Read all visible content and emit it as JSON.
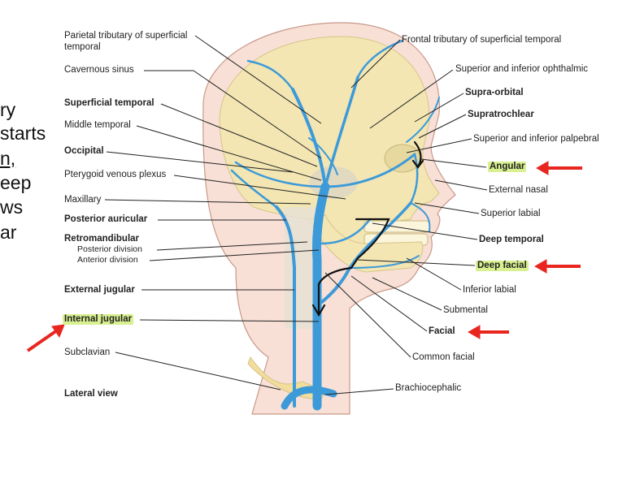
{
  "side_text": [
    "ry",
    "starts",
    "n,",
    "eep",
    "ws",
    "ar"
  ],
  "labels_left": {
    "parietal": "Parietal tributary of superficial",
    "parietal2": "temporal",
    "cavernous": "Cavernous sinus",
    "sup_temporal": "Superficial temporal",
    "middle_temporal": "Middle temporal",
    "occipital": "Occipital",
    "pterygoid": "Pterygoid venous plexus",
    "maxillary": "Maxillary",
    "post_auricular": "Posterior auricular",
    "retromandibular": "Retromandibular",
    "post_division": "Posterior division",
    "ant_division": "Anterior division",
    "ext_jugular": "External jugular",
    "int_jugular": "Internal jugular",
    "subclavian": "Subclavian",
    "view": "Lateral view"
  },
  "labels_right": {
    "frontal": "Frontal tributary of superficial temporal",
    "ophthalmic": "Superior and inferior ophthalmic",
    "supraorbital": "Supra-orbital",
    "supratrochlear": "Supratrochlear",
    "palpebral": "Superior and inferior palpebral",
    "angular": "Angular",
    "ext_nasal": "External nasal",
    "sup_labial": "Superior labial",
    "deep_temporal": "Deep temporal",
    "deep_facial": "Deep facial",
    "inf_labial": "Inferior labial",
    "submental": "Submental",
    "facial": "Facial",
    "common_facial": "Common facial",
    "brachiocephalic": "Brachiocephalic"
  },
  "colors": {
    "vein": "#3d9ad8",
    "skull": "#f3e6b3",
    "skin": "#f8e0d6",
    "arrow": "#e8261f",
    "highlight": "#d8f090"
  }
}
